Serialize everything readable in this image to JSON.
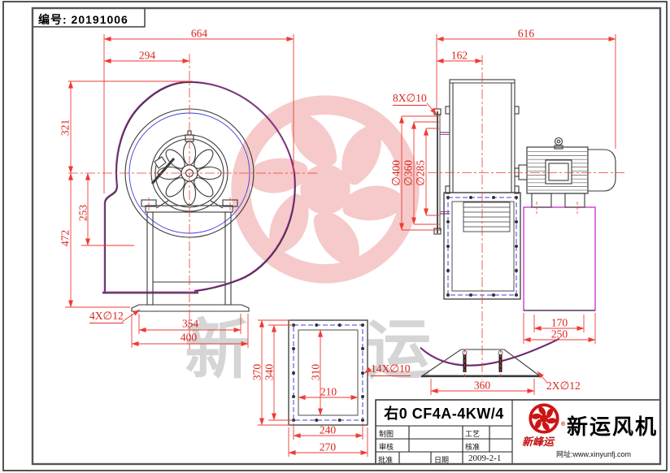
{
  "doc": {
    "serial": "编号: 20191006"
  },
  "front_view": {
    "dims": {
      "width_total": "664",
      "width_center": "294",
      "height_top": "321",
      "height_mid": "253",
      "height_total": "472",
      "foot_holes": "4X∅12",
      "base_inner": "354",
      "base_outer": "400"
    }
  },
  "side_view": {
    "dims": {
      "length_total": "616",
      "length_center": "162",
      "flange_holes": "8X∅10",
      "dia_outer": "∅400",
      "dia_bolt": "∅360",
      "dia_inner": "∅285",
      "support_inner": "170",
      "support_outer": "250"
    }
  },
  "flange_view": {
    "dims": {
      "h_outer": "370",
      "h_bolt": "340",
      "h_inner": "310",
      "w_inner": "210",
      "w_bolt": "240",
      "w_outer": "270",
      "holes": "14X∅10"
    }
  },
  "base_view": {
    "dims": {
      "width": "360",
      "holes": "2X∅12"
    }
  },
  "title_block": {
    "model": "右0 CF4A-4KW/4",
    "drafted_label": "制图",
    "checked_label": "审核",
    "approved_label": "批准",
    "process_label": "工艺",
    "verified_label": "核准",
    "date_label": "日期",
    "date_value": "2009-2-1",
    "company": {
      "brand": "新峰运",
      "reg_mark": "®",
      "name": "新运风机",
      "website": "网址:www.xinyunfj.com"
    }
  },
  "watermark": {
    "char_1": "新",
    "char_2": "运"
  },
  "colors": {
    "dimension_red": "#e02820",
    "outline_magenta": "#cc2acc",
    "bolt_blue": "#3d3ddd",
    "logo_red": "#cc1515",
    "watermark_pink": "#f6caca"
  }
}
